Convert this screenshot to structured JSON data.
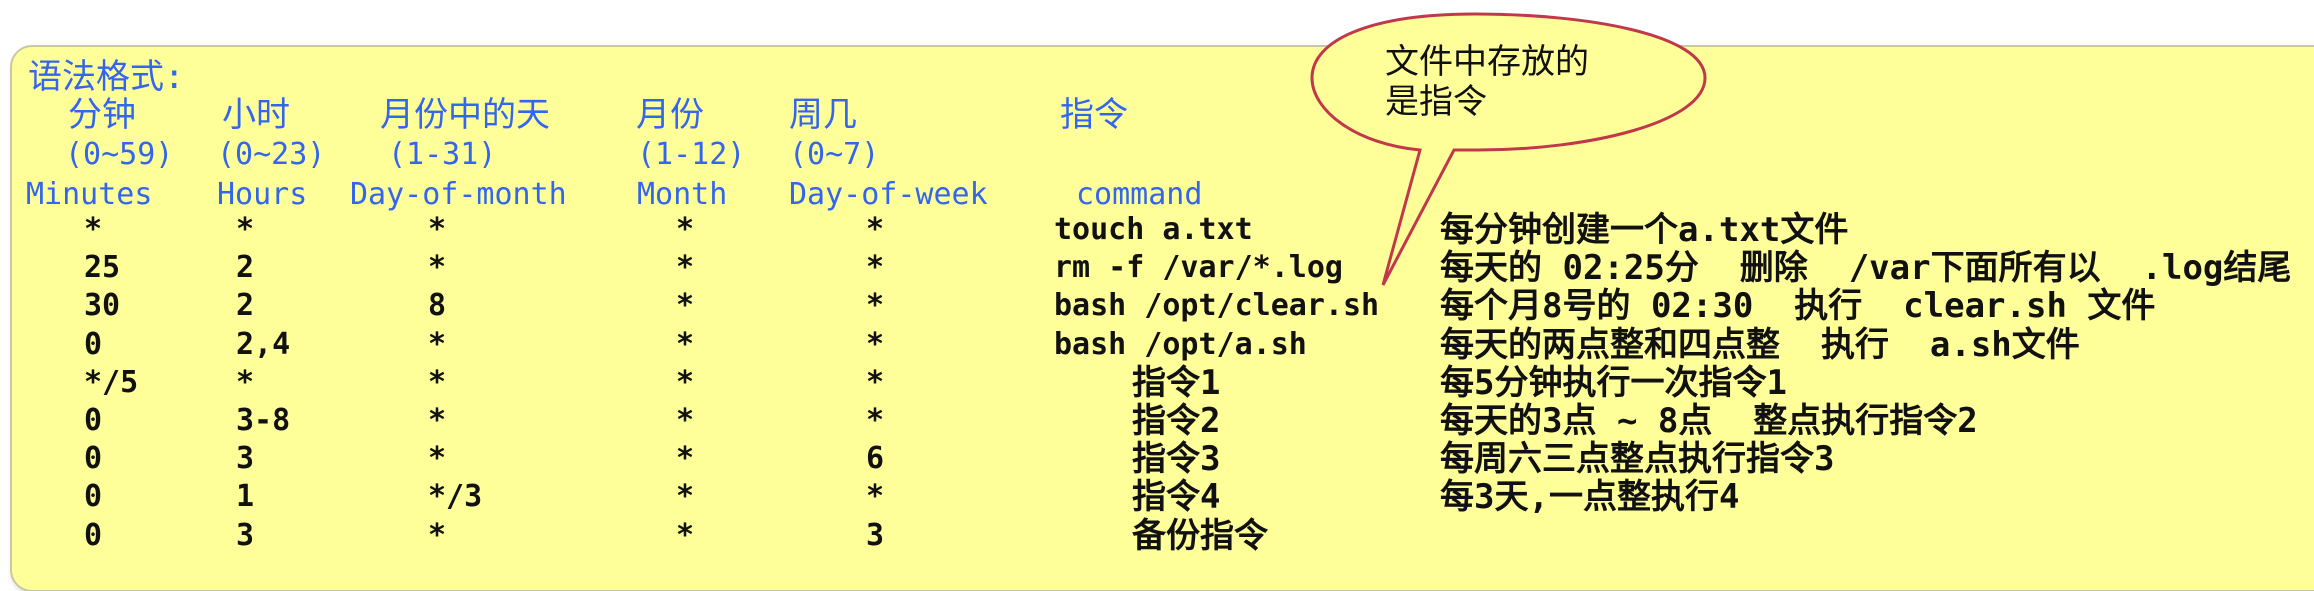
{
  "title": "语法格式:",
  "fields": [
    {
      "cn": "分钟",
      "range": "(0~59)",
      "en": "Minutes"
    },
    {
      "cn": "小时",
      "range": "(0~23)",
      "en": "Hours"
    },
    {
      "cn": "月份中的天",
      "range": "(1-31)",
      "en": "Day-of-month"
    },
    {
      "cn": "月份",
      "range": "(1-12)",
      "en": "Month"
    },
    {
      "cn": "周几",
      "range": "(0~7)",
      "en": "Day-of-week"
    },
    {
      "cn": "指令",
      "range": "",
      "en": "command"
    }
  ],
  "callout": {
    "line1": "文件中存放的",
    "line2": "是指令"
  },
  "rows": [
    {
      "min": "*",
      "hour": "*",
      "dom": "*",
      "month": "*",
      "dow": "*",
      "cmd": "touch a.txt",
      "desc": "每分钟创建一个a.txt文件"
    },
    {
      "min": "25",
      "hour": "2",
      "dom": "*",
      "month": "*",
      "dow": "*",
      "cmd": "rm -f /var/*.log",
      "desc": "每天的 02:25分  删除  /var下面所有以  .log结尾"
    },
    {
      "min": "30",
      "hour": "2",
      "dom": "8",
      "month": "*",
      "dow": "*",
      "cmd": "bash /opt/clear.sh",
      "desc": "每个月8号的 02:30  执行  clear.sh 文件"
    },
    {
      "min": "0",
      "hour": "2,4",
      "dom": "*",
      "month": "*",
      "dow": "*",
      "cmd": "bash /opt/a.sh",
      "desc": "每天的两点整和四点整  执行  a.sh文件"
    },
    {
      "min": "*/5",
      "hour": "*",
      "dom": "*",
      "month": "*",
      "dow": "*",
      "cmd": "指令1",
      "desc": "每5分钟执行一次指令1"
    },
    {
      "min": "0",
      "hour": "3-8",
      "dom": "*",
      "month": "*",
      "dow": "*",
      "cmd": "指令2",
      "desc": "每天的3点 ~ 8点  整点执行指令2"
    },
    {
      "min": "0",
      "hour": "3",
      "dom": "*",
      "month": "*",
      "dow": "6",
      "cmd": "指令3",
      "desc": "每周六三点整点执行指令3"
    },
    {
      "min": "0",
      "hour": "1",
      "dom": "*/3",
      "month": "*",
      "dow": "*",
      "cmd": "指令4",
      "desc": "每3天,一点整执行4"
    },
    {
      "min": "0",
      "hour": "3",
      "dom": "*",
      "month": "*",
      "dow": "3",
      "cmd": "备份指令",
      "desc": ""
    }
  ],
  "colors": {
    "panel": "#ffff99",
    "header_text": "#3366ee",
    "body_text": "#111111",
    "callout_fill": "#ffff99",
    "callout_stroke": "#c0394b"
  }
}
